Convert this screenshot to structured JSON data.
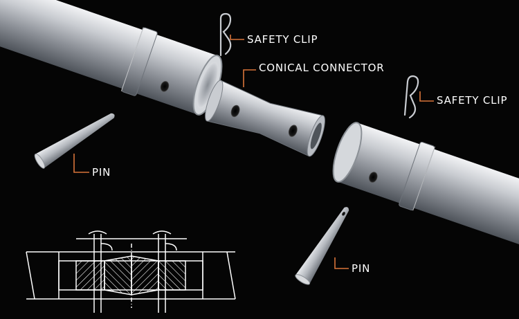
{
  "labels": {
    "safety_clip_top": "SAFETY CLIP",
    "conical_connector": "CONICAL CONNECTOR",
    "safety_clip_right": "SAFETY CLIP",
    "pin_left": "PIN",
    "pin_bottom": "PIN"
  },
  "colors": {
    "background": "#050505",
    "leader_line": "#d9753a",
    "metal_light": "#e6e8ec",
    "metal_mid": "#a9adb4",
    "metal_dark": "#5f646b",
    "drawing_line": "#ffffff"
  }
}
